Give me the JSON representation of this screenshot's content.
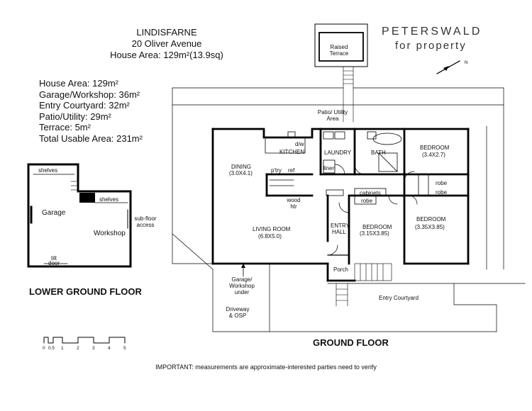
{
  "header": {
    "property_name": "LINDISFARNE",
    "address": "20 Oliver Avenue",
    "house_area": "House Area: 129m²(13.9sq)"
  },
  "brand": {
    "line1": "PETERSWALD",
    "line2": "for property",
    "compass_icon": "north-arrow-icon"
  },
  "areas": [
    "House Area: 129m²",
    "Garage/Workshop: 36m²",
    "Entry Courtyard: 32m²",
    "Patio/Utility: 29m²",
    "Terrace: 5m²",
    "Total Usable Area: 231m²"
  ],
  "lower": {
    "title": "LOWER GROUND FLOOR",
    "shelves1": "shelves",
    "shelves2": "shelves",
    "garage": "Garage",
    "workshop": "Workshop",
    "subfloor": "sub-floor access",
    "tilt": "tilt",
    "door": "door"
  },
  "ground": {
    "title": "GROUND FLOOR",
    "raised_terrace": "Raised Terrace",
    "patio": "Patio/ Utility Area",
    "dw": "d/w",
    "kitchen": "KITCHEN",
    "laundry": "LAUNDRY",
    "bath": "BATH",
    "bedroom1": "BEDROOM",
    "bedroom1_size": "(3.4X2.7)",
    "dining": "DINING",
    "dining_size": "(3.0X4.1)",
    "ptry": "p'try",
    "ref": "ref",
    "linen": "linen",
    "robe1": "robe",
    "robe2": "robe",
    "robe3": "robe",
    "cabinets": "cabinets",
    "wood_htr": "wood htr",
    "living": "LIVING ROOM",
    "living_size": "(6.8X5.0)",
    "entry_hall": "ENTRY HALL",
    "bedroom2": "BEDROOM",
    "bedroom2_size": "(3.15X3.85)",
    "bedroom3": "BEDROOM",
    "bedroom3_size": "(3.35X3.85)",
    "porch": "Porch",
    "garage_under": "Garage/ Workshop under",
    "driveway": "Driveway & OSP",
    "entry_courtyard": "Entry Courtyard"
  },
  "scale": {
    "ticks": [
      "0",
      "0.5",
      "1",
      "2",
      "3",
      "4",
      "5"
    ]
  },
  "disclaimer": "IMPORTANT: measurements are approximate-interested parties need to verify"
}
